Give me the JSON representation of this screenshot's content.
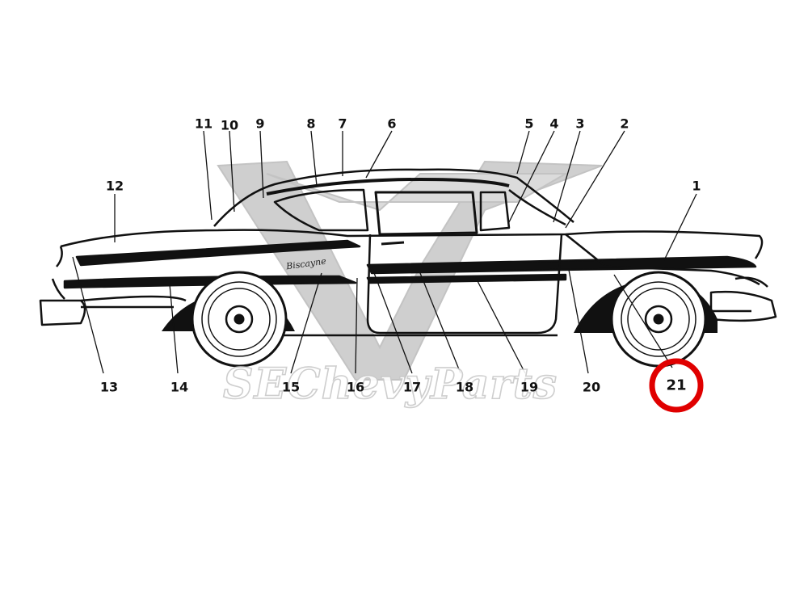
{
  "diagram": {
    "watermark_text": "SEChevyParts",
    "car_script": "Biscayne",
    "highlight_color": "#e00000",
    "callouts": [
      {
        "id": "1",
        "label": "1"
      },
      {
        "id": "2",
        "label": "2"
      },
      {
        "id": "3",
        "label": "3"
      },
      {
        "id": "4",
        "label": "4"
      },
      {
        "id": "5",
        "label": "5"
      },
      {
        "id": "6",
        "label": "6"
      },
      {
        "id": "7",
        "label": "7"
      },
      {
        "id": "8",
        "label": "8"
      },
      {
        "id": "9",
        "label": "9"
      },
      {
        "id": "10",
        "label": "10"
      },
      {
        "id": "11",
        "label": "11"
      },
      {
        "id": "12",
        "label": "12"
      },
      {
        "id": "13",
        "label": "13"
      },
      {
        "id": "14",
        "label": "14"
      },
      {
        "id": "15",
        "label": "15"
      },
      {
        "id": "16",
        "label": "16"
      },
      {
        "id": "17",
        "label": "17"
      },
      {
        "id": "18",
        "label": "18"
      },
      {
        "id": "19",
        "label": "19"
      },
      {
        "id": "20",
        "label": "20"
      },
      {
        "id": "21",
        "label": "21",
        "highlighted": true
      }
    ]
  }
}
